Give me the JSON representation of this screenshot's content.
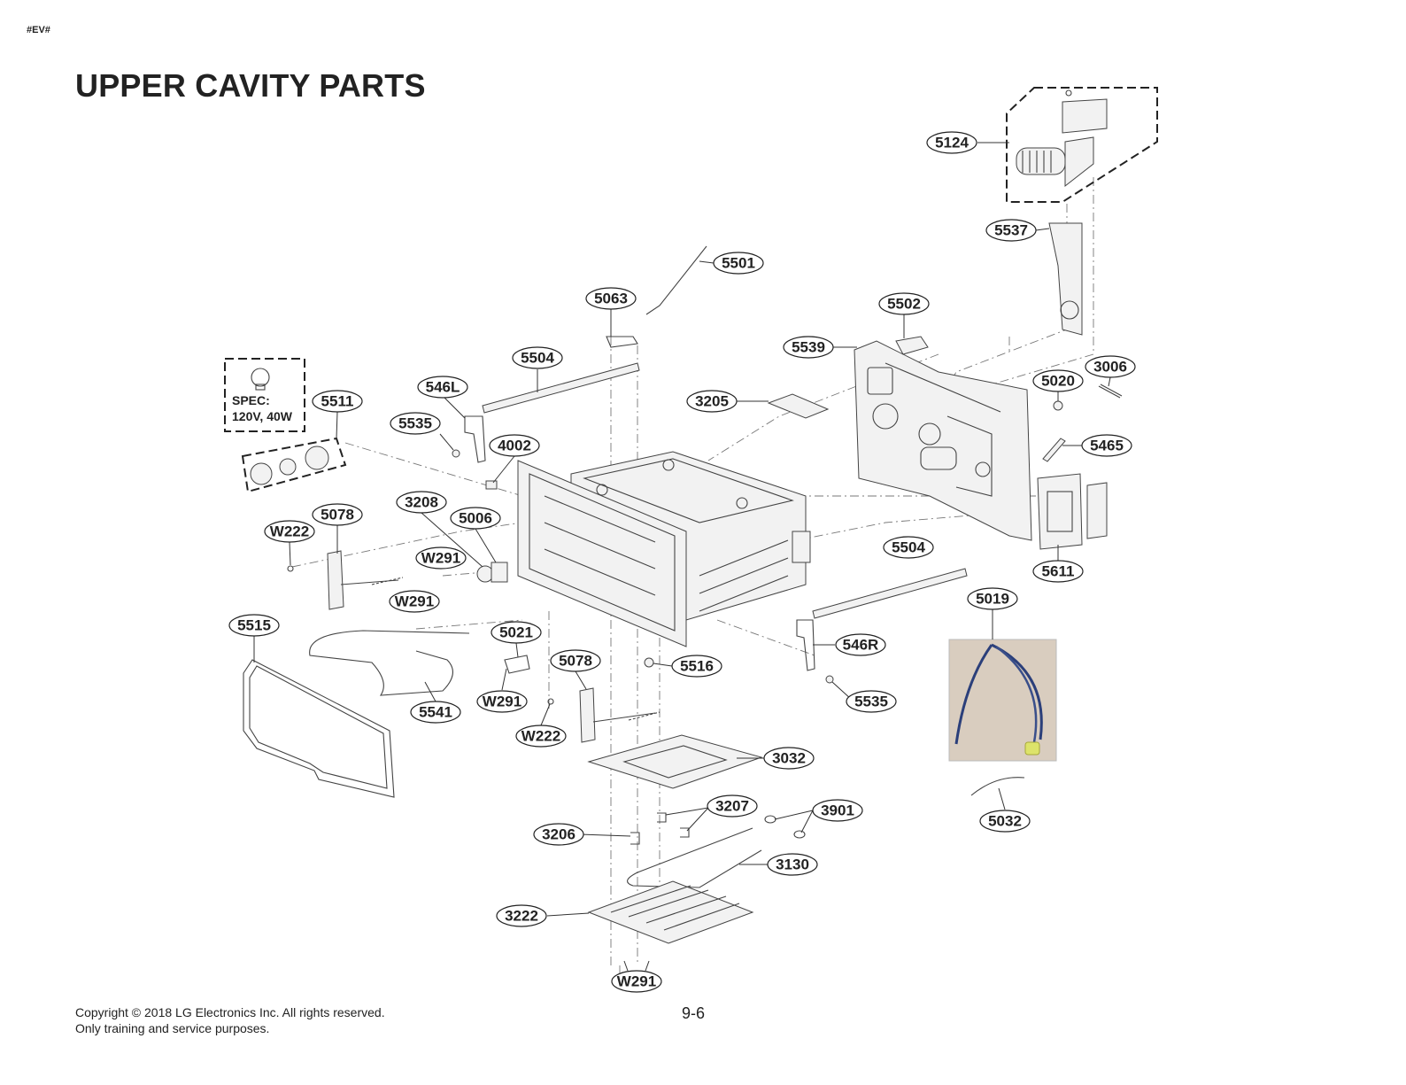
{
  "header": {
    "corner_tag": "#EV#",
    "title": "UPPER CAVITY PARTS"
  },
  "spec_box": {
    "line1": "SPEC:",
    "line2": "120V, 40W"
  },
  "callouts": {
    "5124": "5124",
    "5537": "5537",
    "5501": "5501",
    "5063": "5063",
    "5502": "5502",
    "5539": "5539",
    "5504_top": "5504",
    "3006": "3006",
    "5020": "5020",
    "546L": "546L",
    "5511": "5511",
    "3205": "3205",
    "5535_left": "5535",
    "4002": "4002",
    "5465": "5465",
    "3208": "3208",
    "5006": "5006",
    "5078_left": "5078",
    "W222_left": "W222",
    "W291_a": "W291",
    "5504_right": "5504",
    "5611": "5611",
    "W291_b": "W291",
    "5019": "5019",
    "5515": "5515",
    "5021": "5021",
    "546R": "546R",
    "5078_mid": "5078",
    "5516": "5516",
    "W291_c": "W291",
    "5535_right": "5535",
    "5541": "5541",
    "W222_mid": "W222",
    "3032": "3032",
    "3207": "3207",
    "3901": "3901",
    "5032": "5032",
    "3206": "3206",
    "3130": "3130",
    "3222": "3222",
    "W291_d": "W291"
  },
  "footer": {
    "copyright_line1": "Copyright © 2018 LG Electronics Inc. All rights reserved.",
    "copyright_line2": "Only training and service purposes.",
    "page_number": "9-6"
  }
}
